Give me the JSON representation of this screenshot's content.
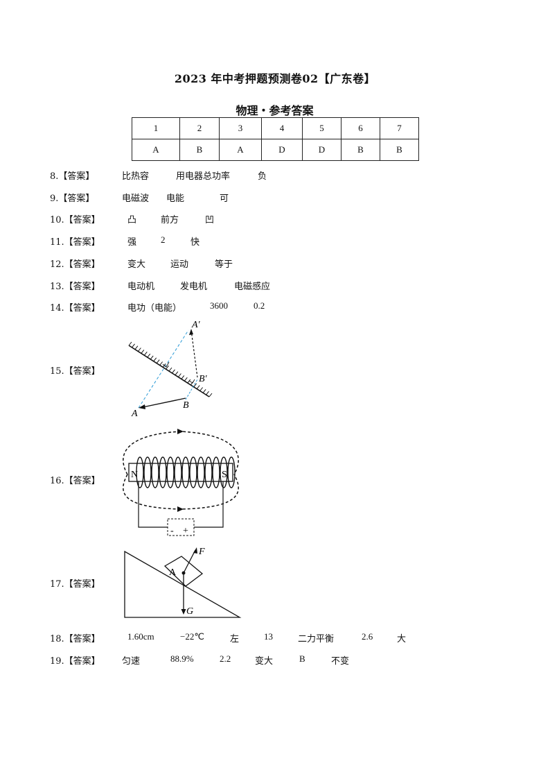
{
  "header": {
    "title": "2023 年中考押题预测卷02【广东卷】",
    "subtitle": "物理・参考答案"
  },
  "mc_table": {
    "numbers": [
      "1",
      "2",
      "3",
      "4",
      "5",
      "6",
      "7"
    ],
    "answers": [
      "A",
      "B",
      "A",
      "D",
      "D",
      "B",
      "B"
    ]
  },
  "answers": [
    {
      "label": "8.【答案】",
      "items": [
        "比热容",
        "用电器总功率",
        "负"
      ]
    },
    {
      "label": "9.【答案】",
      "items": [
        "电磁波",
        "电能",
        "可"
      ]
    },
    {
      "label": "10.【答案】",
      "items": [
        "凸",
        "前方",
        "凹"
      ]
    },
    {
      "label": "11.【答案】",
      "items": [
        "强",
        "2",
        "快"
      ]
    },
    {
      "label": "12.【答案】",
      "items": [
        "变大",
        "运动",
        "等于"
      ]
    },
    {
      "label": "13.【答案】",
      "items": [
        "电动机",
        "发电机",
        "电磁感应"
      ]
    },
    {
      "label": "14.【答案】",
      "items": [
        "电功（电能）",
        "3600",
        "0.2"
      ]
    },
    {
      "label": "15.【答案】",
      "items": []
    },
    {
      "label": "16.【答案】",
      "items": []
    },
    {
      "label": "17.【答案】",
      "items": []
    },
    {
      "label": "18.【答案】",
      "items": [
        "1.60cm",
        "−22℃",
        "左",
        "13",
        "二力平衡",
        "2.6",
        "大"
      ]
    },
    {
      "label": "19.【答案】",
      "items": [
        "匀速",
        "88.9%",
        "2.2",
        "变大",
        "B",
        "不变"
      ]
    }
  ],
  "figures": {
    "mirror": {
      "point_a": "A",
      "point_b": "B",
      "image_a": "A′",
      "image_b": "B′"
    },
    "solenoid": {
      "north": "N",
      "south": "S",
      "minus": "-",
      "plus": "+"
    },
    "incline": {
      "block": "A",
      "force_f": "F",
      "force_g": "G"
    }
  }
}
